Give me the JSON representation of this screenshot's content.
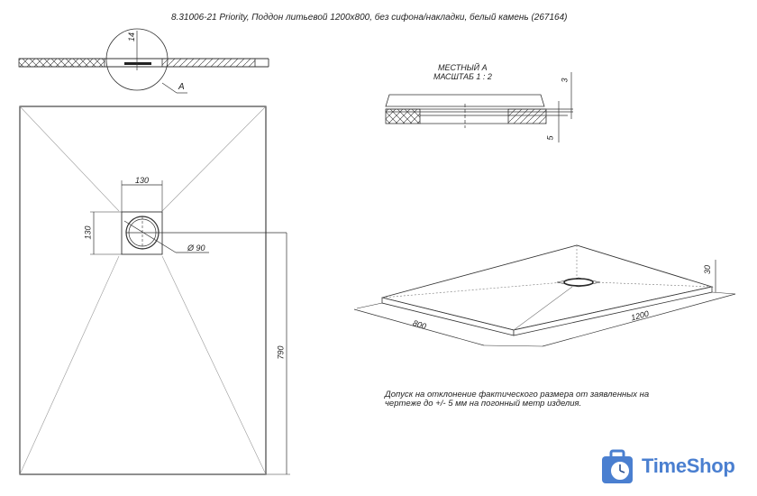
{
  "title": "8.31006-21 Priority, Поддон литьевой 1200x800, без сифона/накладки, белый камень (267164)",
  "section_view": {
    "dim_height": "14",
    "detail_label": "A"
  },
  "detail_view": {
    "caption_line1": "МЕСТНЫЙ А",
    "caption_line2": "МАСШТАБ 1 : 2",
    "dim_top": "3",
    "dim_bottom": "5"
  },
  "plan_view": {
    "drain_width": "130",
    "drain_height": "130",
    "drain_diameter": "Ø 90",
    "length": "790"
  },
  "iso_view": {
    "width": "800",
    "length": "1200",
    "height": "30"
  },
  "note": {
    "line1": "Допуск на отклонение фактического размера от заявленных на",
    "line2": "чертеже до +/- 5 мм на погонный метр изделия."
  },
  "logo": {
    "text": "TimeShop",
    "color": "#4a7fd0"
  }
}
